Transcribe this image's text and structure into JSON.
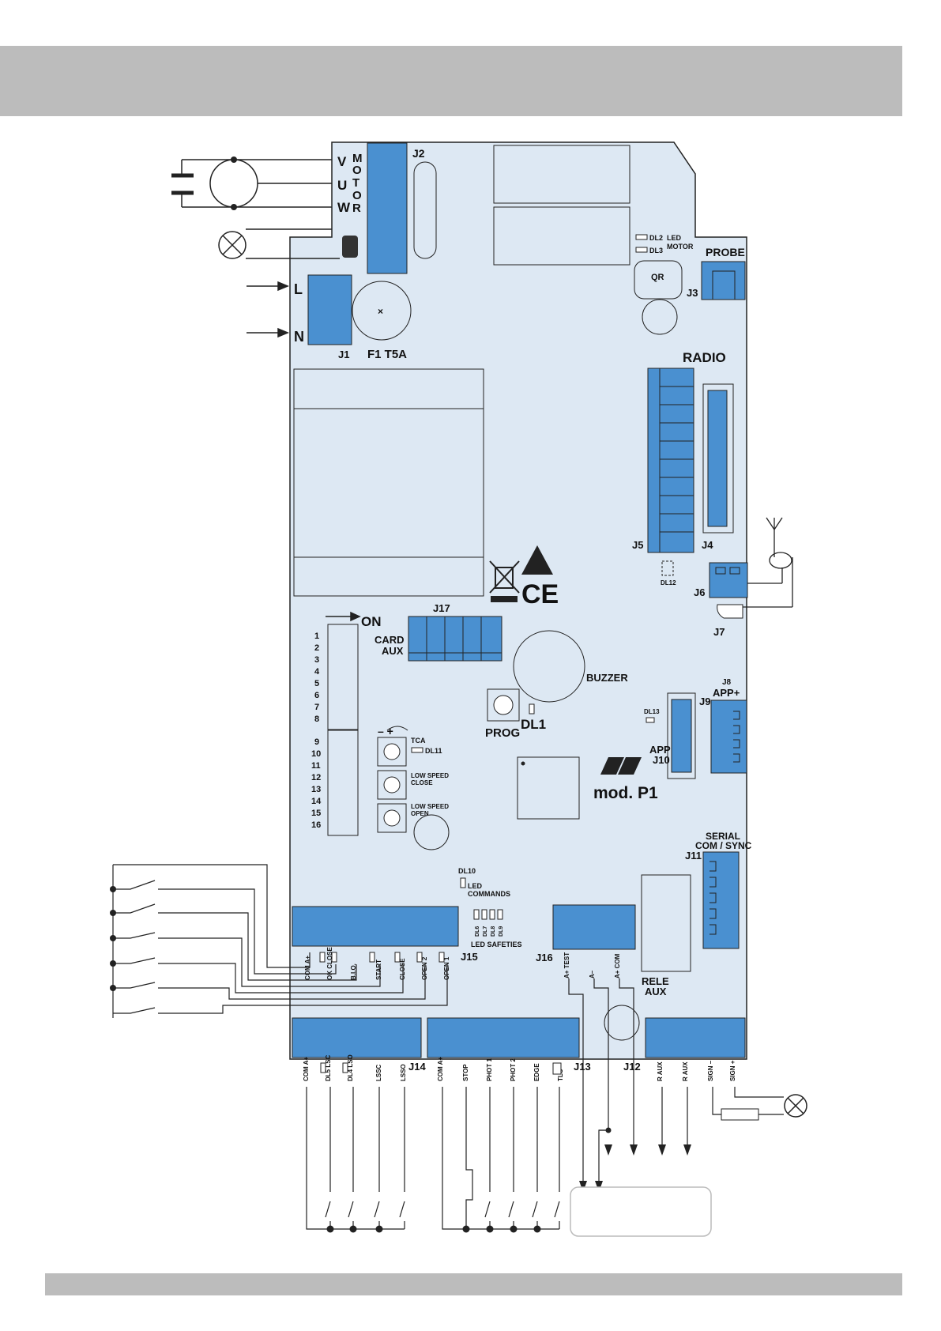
{
  "colors": {
    "board": "#dde8f3",
    "terminal": "#4a90d0",
    "band": "#bcbcbc",
    "line": "#222222"
  },
  "motor": {
    "v": "V",
    "u": "U",
    "w": "W",
    "motor_label": [
      "M",
      "O",
      "T",
      "O",
      "R"
    ]
  },
  "power": {
    "l": "L",
    "n": "N"
  },
  "connectors": {
    "j1": "J1",
    "j2": "J2",
    "j3": "J3",
    "j4": "J4",
    "j5": "J5",
    "j6": "J6",
    "j7": "J7",
    "j8": "J8",
    "j9": "J9",
    "j10": "J10",
    "j11": "J11",
    "j12": "J12",
    "j13": "J13",
    "j14": "J14",
    "j15": "J15",
    "j16": "J16",
    "j17": "J17"
  },
  "labels": {
    "fuse": "F1 T5A",
    "probe": "PROBE",
    "qr": "QR",
    "radio": "RADIO",
    "led_motor_1": "LED",
    "led_motor_2": "MOTOR",
    "dl2": "DL2",
    "dl3": "DL3",
    "dl12": "DL12",
    "on": "ON",
    "card_aux_1": "CARD",
    "card_aux_2": "AUX",
    "buzzer": "BUZZER",
    "prog": "PROG",
    "dl1": "DL1",
    "dl13": "DL13",
    "app_plus": "APP+",
    "app": "APP",
    "model": "mod. P1",
    "tca": "TCA",
    "dl11": "DL11",
    "low_speed_close_1": "LOW SPEED",
    "low_speed_close_2": "CLOSE",
    "low_speed_open_1": "LOW SPEED",
    "low_speed_open_2": "OPEN",
    "serial_1": "SERIAL",
    "serial_2": "COM / SYNC",
    "dl10": "DL10",
    "led_commands_1": "LED",
    "led_commands_2": "COMMANDS",
    "dl6": "DL6",
    "dl7": "DL7",
    "dl8": "DL8",
    "dl9": "DL9",
    "led_safeties": "LED SAFETIES",
    "rele_aux_1": "RELE",
    "rele_aux_2": "AUX",
    "ce": "CE",
    "tca_scale": "– +"
  },
  "dip_numbers": [
    "1",
    "2",
    "3",
    "4",
    "5",
    "6",
    "7",
    "8",
    "9",
    "10",
    "11",
    "12",
    "13",
    "14",
    "15",
    "16"
  ],
  "j15_terminals": [
    "COM A+",
    "OK CLOSE",
    "B.I.O.",
    "START",
    "CLOSE",
    "OPEN 2",
    "OPEN 1"
  ],
  "j14_terminals": [
    "COM A+",
    "DL5 LSC",
    "DL4 LSO",
    "LSSC",
    "LSSO"
  ],
  "j13_terminals": [
    "COM A+",
    "STOP",
    "PHOT 1",
    "PHOT 2",
    "EDGE",
    "TLC"
  ],
  "j16_terminals": [
    "A+ TEST",
    "A–",
    "A+ COM"
  ],
  "j12_terminals": [
    "R AUX",
    "R AUX",
    "SIGN –",
    "SIGN +"
  ]
}
